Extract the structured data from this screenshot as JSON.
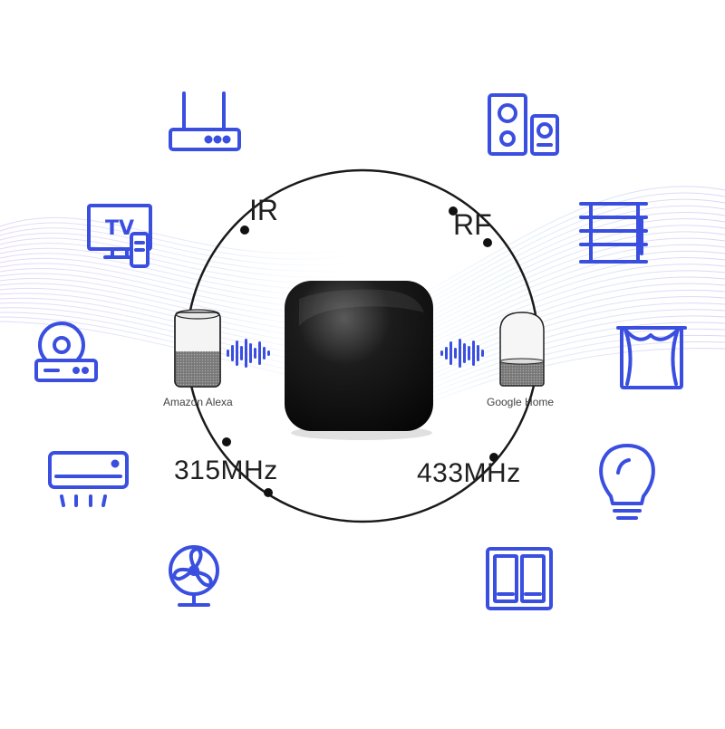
{
  "protocols": {
    "ir": "IR",
    "rf": "RF"
  },
  "frequencies": {
    "left": "315MHz",
    "right": "433MHz"
  },
  "assistants": {
    "left": "Amazon Alexa",
    "right": "Google Home"
  },
  "devices": {
    "left": [
      "router-icon",
      "tv-icon",
      "dvd-player-icon",
      "air-conditioner-icon",
      "fan-icon"
    ],
    "right": [
      "speaker-icon",
      "blinds-icon",
      "curtain-icon",
      "light-bulb-icon",
      "wall-switch-icon"
    ],
    "tv_text": "TV"
  },
  "colors": {
    "icon_blue": "#3a4fe0",
    "hub": "#111111",
    "ring": "#1a1a1a"
  }
}
